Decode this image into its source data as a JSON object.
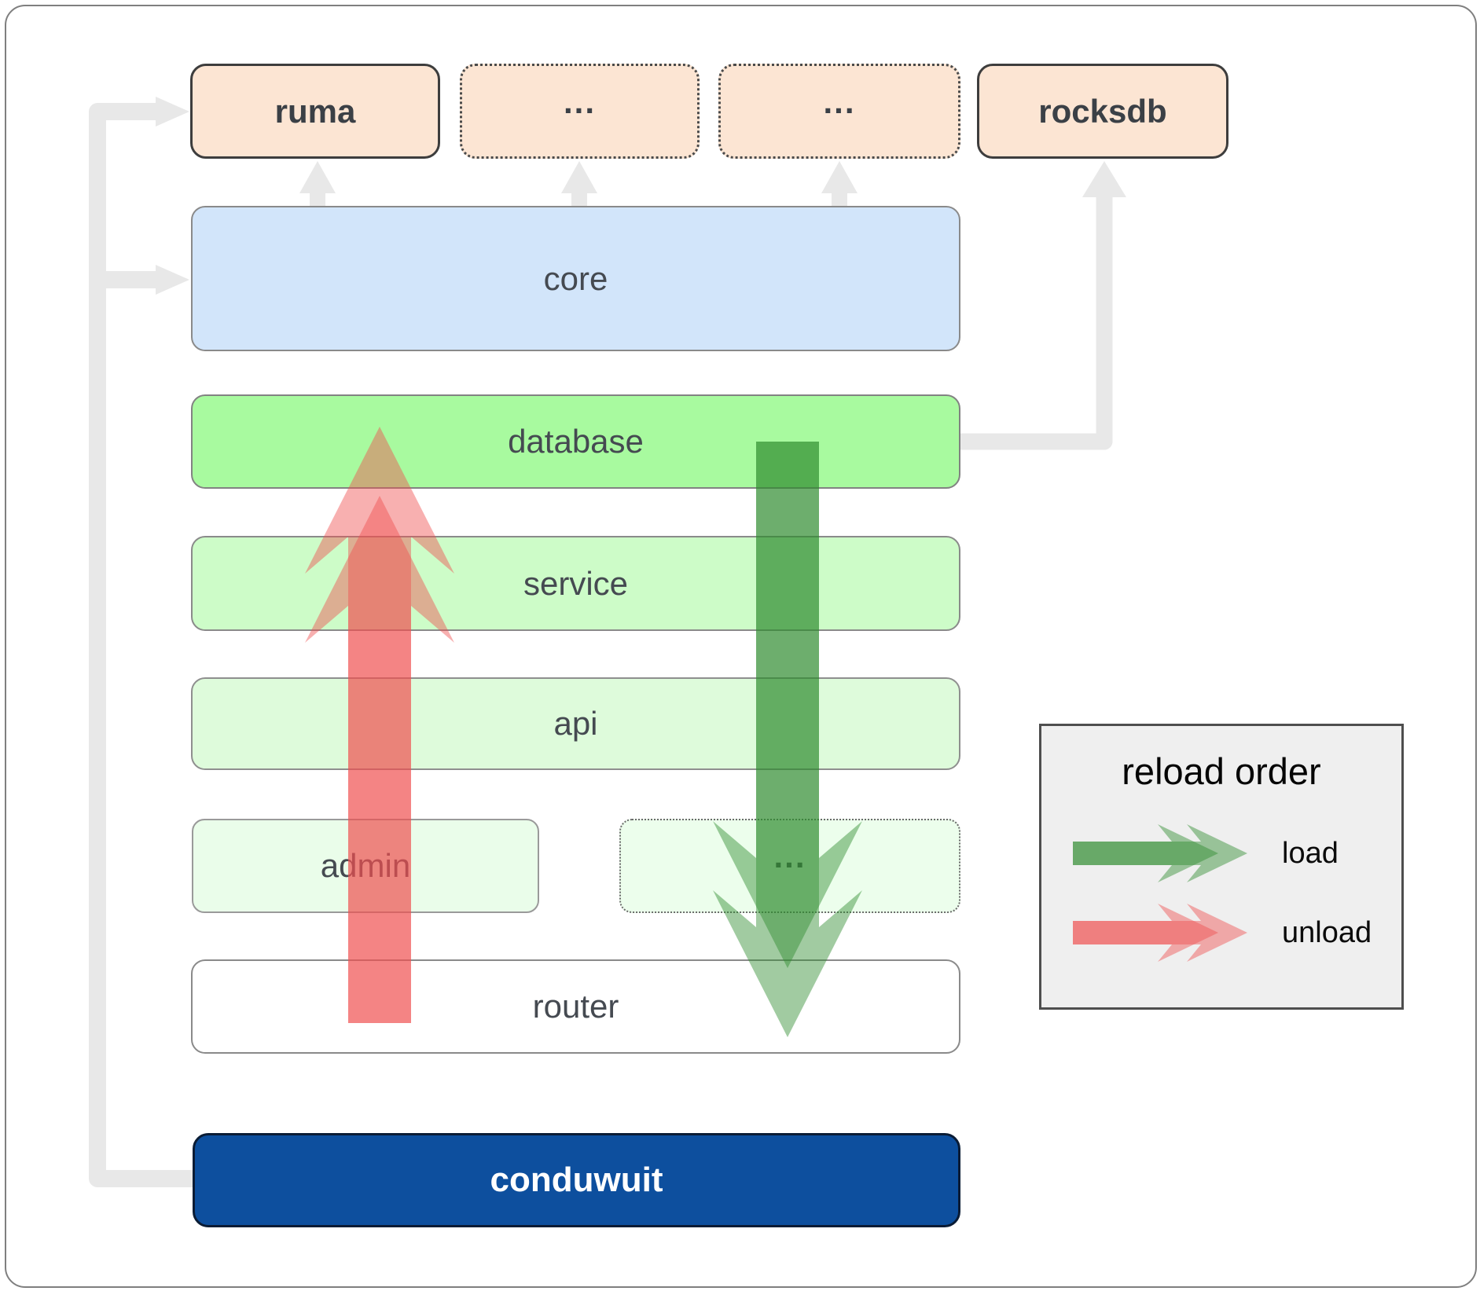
{
  "nodes": {
    "ruma": "ruma",
    "ellipsis1": "...",
    "ellipsis2": "...",
    "rocksdb": "rocksdb",
    "core": "core",
    "database": "database",
    "service": "service",
    "api": "api",
    "admin": "admin",
    "ellipsis3": "...",
    "router": "router",
    "conduwuit": "conduwuit"
  },
  "legend": {
    "title": "reload order",
    "load_label": "load",
    "unload_label": "unload"
  },
  "colors": {
    "peach_fill": "#fce5d3",
    "core_blue": "#d2e5fa",
    "database_green": "#a8fa9f",
    "service_green": "#cdfcc8",
    "api_green": "#defbdb",
    "admin_green": "#eafdea",
    "conduwuit_navy": "#0d4f9e",
    "connector_gray": "#e8e8e8",
    "load_arrow_green": "#2e8b2e",
    "unload_arrow_red": "#f05050"
  }
}
